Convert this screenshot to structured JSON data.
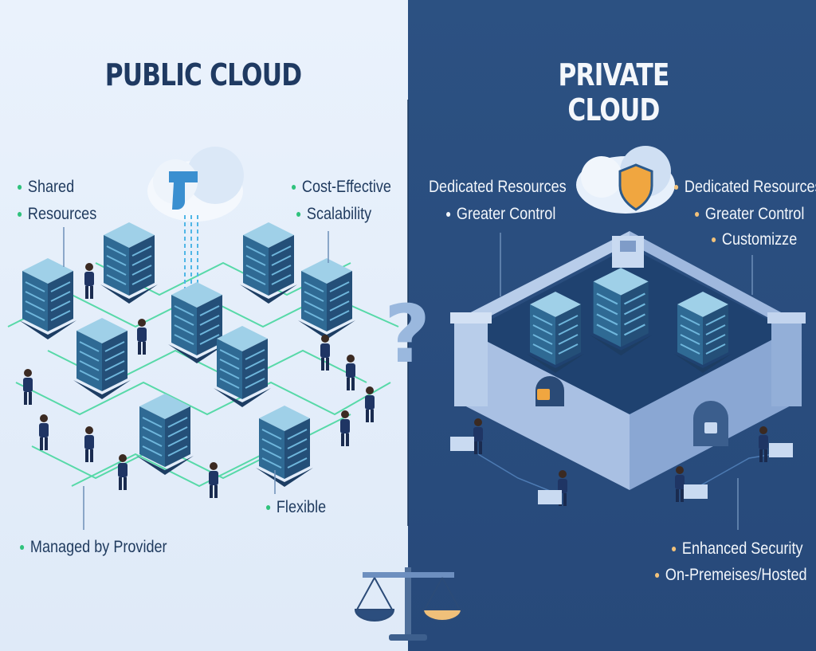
{
  "public": {
    "title": "PUBLIC CLOUD",
    "labels": [
      "Shared",
      "Resources",
      "Cost-Effective",
      "Scalability",
      "Flexible",
      "Managed by Provider"
    ]
  },
  "private": {
    "title": "PRIVATE CLOUD",
    "labels": [
      "Dedicated Resources",
      "Greater Control",
      "Dedicated Resources",
      "Greater Control",
      "Customizze",
      "Enhanced Security",
      "On-Premeises/Hosted"
    ]
  },
  "center_symbol": "?",
  "colors": {
    "public_bg": "#e4eefa",
    "private_bg": "#2c5182",
    "accent_green": "#2fc27c",
    "accent_orange": "#f2c27a",
    "server": "#2f6a94"
  }
}
